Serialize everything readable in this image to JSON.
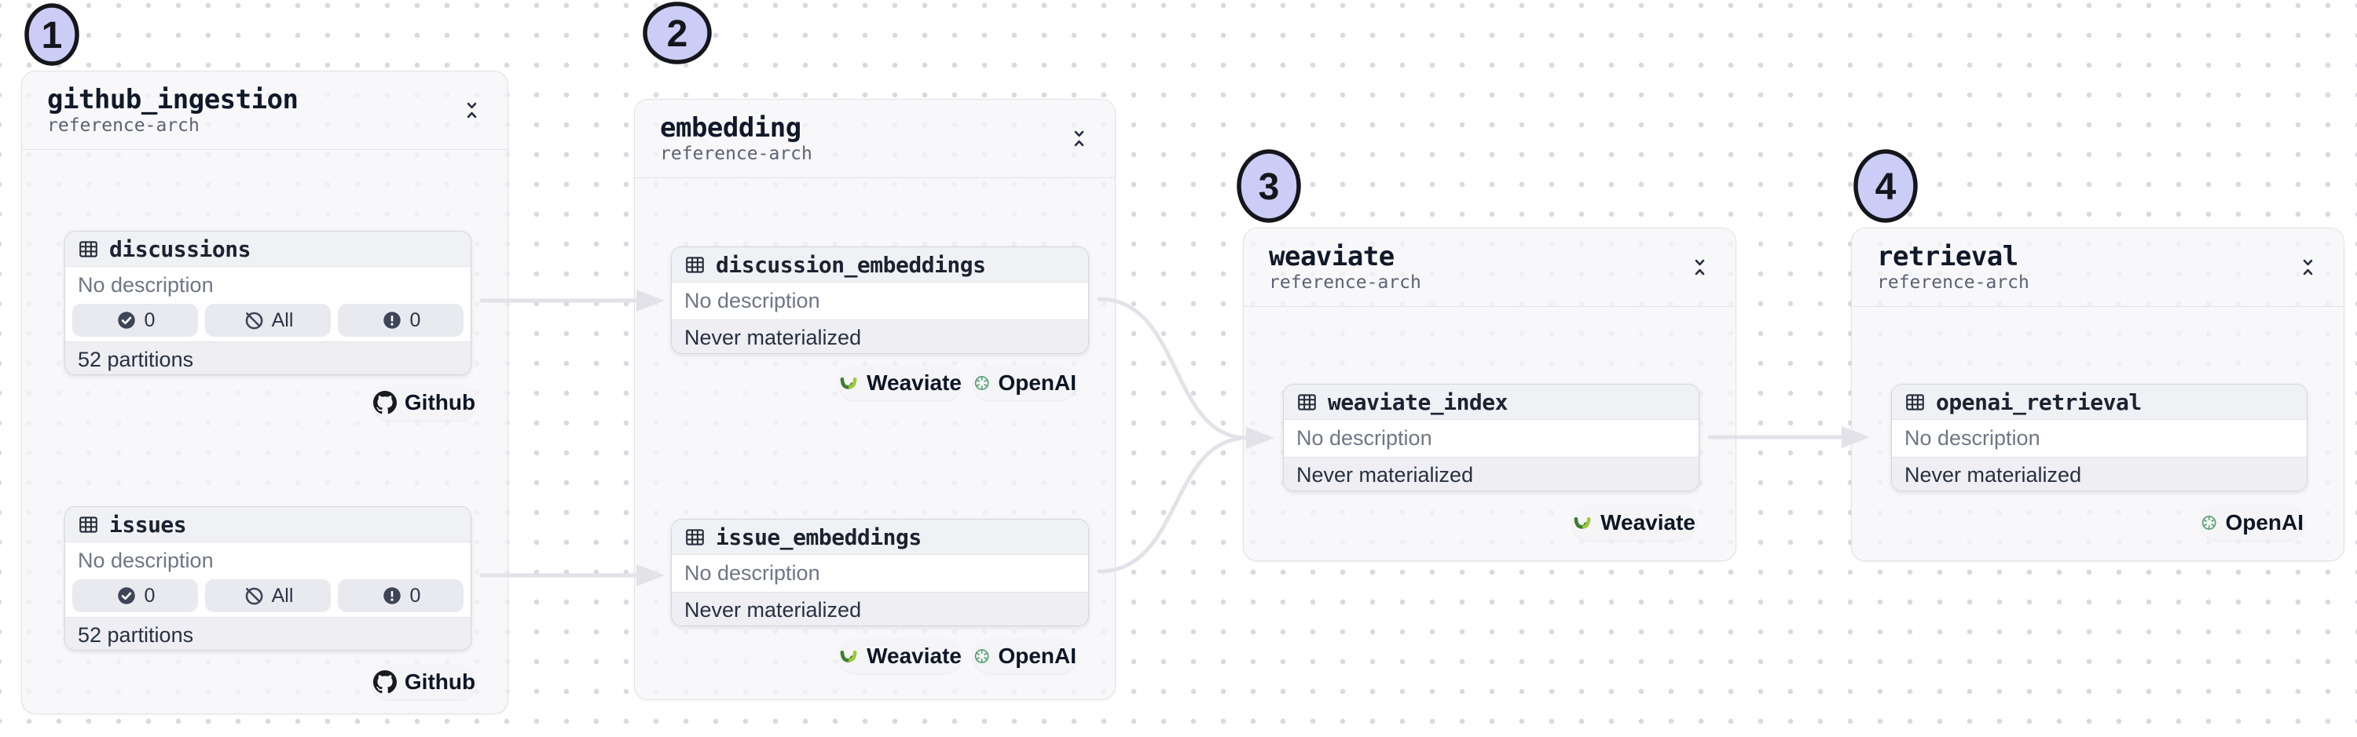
{
  "annotations": [
    {
      "label": "1"
    },
    {
      "label": "2"
    },
    {
      "label": "3"
    },
    {
      "label": "4"
    }
  ],
  "groups": [
    {
      "title": "github_ingestion",
      "subtitle": "reference-arch",
      "assets": [
        {
          "name": "discussions",
          "description": "No description",
          "pills": [
            {
              "icon": "check-circle",
              "label": "0"
            },
            {
              "icon": "block-circle",
              "label": "All"
            },
            {
              "icon": "alert-circle",
              "label": "0"
            }
          ],
          "footer": "52 partitions"
        },
        {
          "name": "issues",
          "description": "No description",
          "pills": [
            {
              "icon": "check-circle",
              "label": "0"
            },
            {
              "icon": "block-circle",
              "label": "All"
            },
            {
              "icon": "alert-circle",
              "label": "0"
            }
          ],
          "footer": "52 partitions"
        }
      ],
      "badges": [
        {
          "icon": "github",
          "label": "Github"
        },
        {
          "icon": "github",
          "label": "Github"
        }
      ]
    },
    {
      "title": "embedding",
      "subtitle": "reference-arch",
      "assets": [
        {
          "name": "discussion_embeddings",
          "description": "No description",
          "footer": "Never materialized"
        },
        {
          "name": "issue_embeddings",
          "description": "No description",
          "footer": "Never materialized"
        }
      ],
      "badges": [
        {
          "icon": "weaviate",
          "label": "Weaviate"
        },
        {
          "icon": "openai",
          "label": "OpenAI"
        },
        {
          "icon": "weaviate",
          "label": "Weaviate"
        },
        {
          "icon": "openai",
          "label": "OpenAI"
        }
      ]
    },
    {
      "title": "weaviate",
      "subtitle": "reference-arch",
      "assets": [
        {
          "name": "weaviate_index",
          "description": "No description",
          "footer": "Never materialized"
        }
      ],
      "badges": [
        {
          "icon": "weaviate",
          "label": "Weaviate"
        }
      ]
    },
    {
      "title": "retrieval",
      "subtitle": "reference-arch",
      "assets": [
        {
          "name": "openai_retrieval",
          "description": "No description",
          "footer": "Never materialized"
        }
      ],
      "badges": [
        {
          "icon": "openai",
          "label": "OpenAI"
        }
      ]
    }
  ],
  "colors": {
    "annotation_fill": "#cbcdf6",
    "annotation_border": "#15161b",
    "edge": "#e2e2e8",
    "group_background": "#f6f6f8",
    "card_header_background": "#f0f1f4",
    "weaviate_green_dark": "#3e7d2f",
    "weaviate_green_light": "#9ccb3b",
    "openai_green": "#57a273",
    "github_black": "#171b21"
  }
}
